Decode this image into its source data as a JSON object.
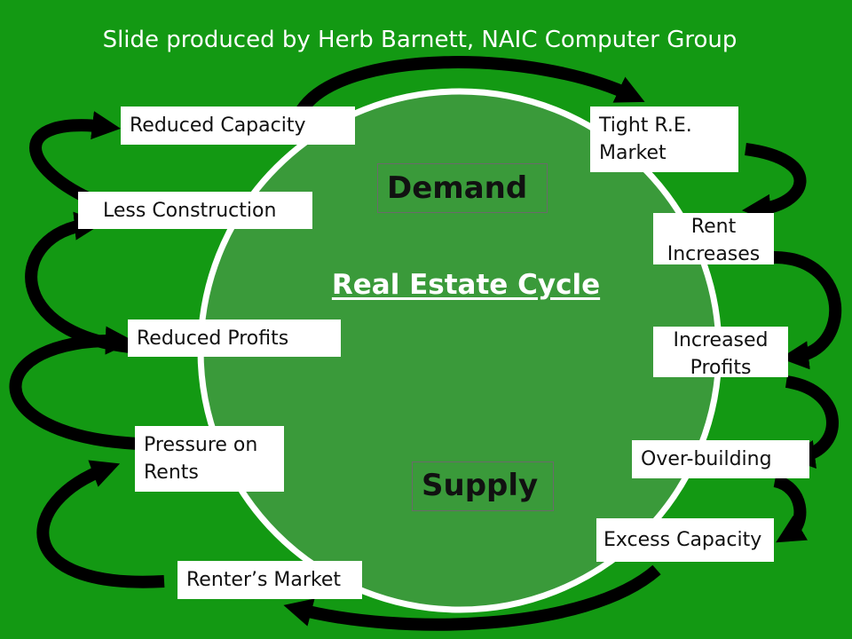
{
  "header": {
    "credit": "Slide produced by Herb Barnett, NAIC Computer Group"
  },
  "center": {
    "title": "Real Estate Cycle",
    "demand": "Demand",
    "supply": "Supply"
  },
  "stages": {
    "reduced_capacity": "Reduced Capacity",
    "tight_market": "Tight R.E.\nMarket",
    "rent_increases": "Rent\nIncreases",
    "increased_profits": "Increased\nProfits",
    "over_building": "Over-building",
    "excess_capacity": "Excess Capacity",
    "renters_market": "Renter’s Market",
    "pressure_on_rents": "Pressure on\nRents",
    "reduced_profits": "Reduced Profits",
    "less_construction": "Less Construction"
  },
  "colors": {
    "background": "#139913",
    "circle": "#3a9a3a",
    "circle_outline": "#ffffff",
    "arrow": "#000000",
    "box": "#ffffff"
  }
}
